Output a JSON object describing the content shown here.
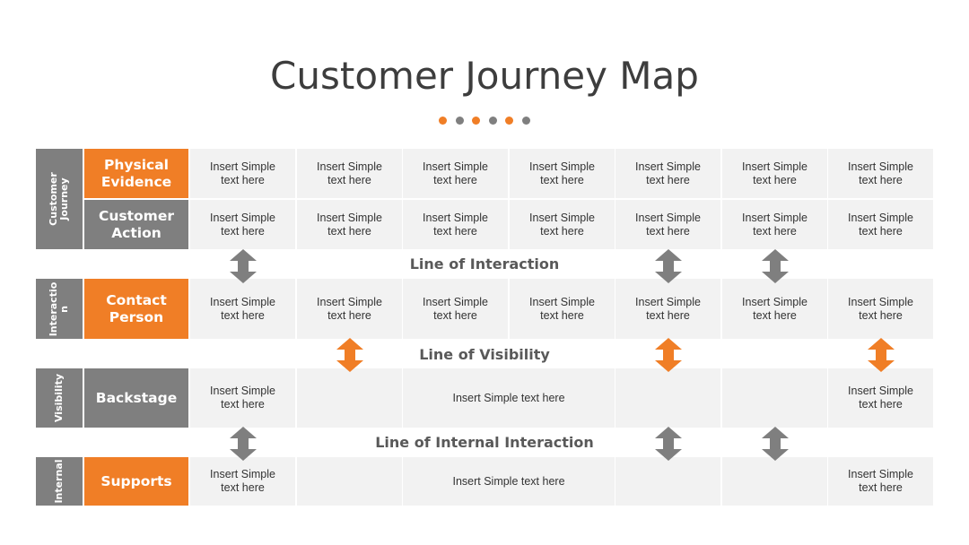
{
  "title": "Customer Journey Map",
  "colors": {
    "orange": "#f07e26",
    "gray": "#7f7f7f",
    "cell_bg": "#f2f2f2",
    "gray_arrow": "#7f7f7f"
  },
  "dots": [
    "orange",
    "gray",
    "orange",
    "gray",
    "orange",
    "gray"
  ],
  "side_labels": {
    "customer_journey": "Customer\nJourney",
    "interaction": "Interactio\nn",
    "visibility": "Visibility",
    "internal": "Internal"
  },
  "row_labels": {
    "physical_evidence": "Physical\nEvidence",
    "customer_action": "Customer\nAction",
    "contact_person": "Contact\nPerson",
    "backstage": "Backstage",
    "supports": "Supports"
  },
  "lines": {
    "interaction": "Line of Interaction",
    "visibility": "Line of Visibility",
    "internal": "Line of Internal Interaction"
  },
  "cell_text": "Insert Simple text here",
  "cell_text_split": "Insert Simple\ntext here",
  "arrows": {
    "interaction": {
      "color": "gray",
      "columns": [
        1,
        5,
        6
      ]
    },
    "visibility": {
      "color": "orange",
      "columns": [
        2,
        5,
        7
      ]
    },
    "internal": {
      "color": "gray",
      "columns": [
        1,
        5,
        6
      ]
    }
  }
}
